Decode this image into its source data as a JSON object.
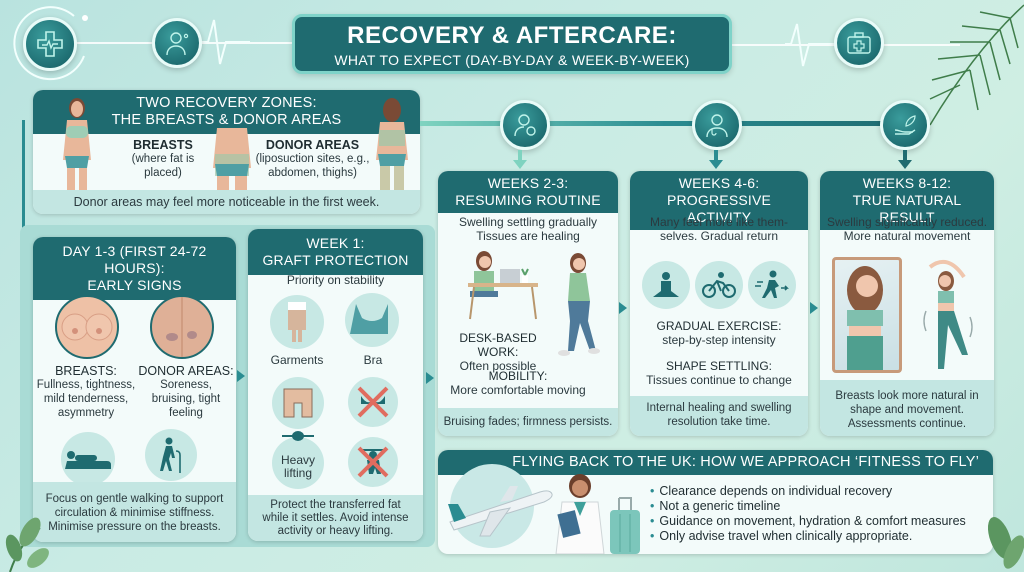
{
  "header": {
    "title": "RECOVERY & AFTERCARE:",
    "subtitle": "WHAT TO EXPECT (DAY-BY-DAY & WEEK-BY-WEEK)",
    "icons": [
      "medical-cross-icon",
      "doctor-icon",
      "first-aid-kit-icon"
    ]
  },
  "zones": {
    "title_line1": "TWO RECOVERY ZONES:",
    "title_line2": "THE BREASTS & DONOR AREAS",
    "breasts_label": "BREASTS",
    "breasts_desc": "(where fat is placed)",
    "donor_label": "DONOR AREAS",
    "donor_desc": "(liposuction sites, e.g., abdomen, thighs)",
    "footer": "Donor areas may feel more noticeable in the first week."
  },
  "day13": {
    "title_line1": "DAY 1-3 (FIRST 24-72 HOURS):",
    "title_line2": "EARLY SIGNS",
    "breasts_label": "BREASTS:",
    "breasts_desc": "Fullness, tightness, mild tenderness, asymmetry",
    "donor_label": "DONOR AREAS:",
    "donor_desc": "Soreness, bruising, tight feeling",
    "icons": [
      "resting-person-icon",
      "walking-cane-icon"
    ],
    "footer": "Focus on gentle walking to support circulation & minimise stiffness. Minimise pressure on the breasts."
  },
  "week1": {
    "title_line1": "WEEK 1:",
    "title_line2": "GRAFT PROTECTION",
    "intro": "Priority on stability",
    "items": [
      {
        "label": "Garments"
      },
      {
        "label": "Bra"
      },
      {
        "label": ""
      },
      {
        "label": ""
      },
      {
        "label": "Heavy lifting"
      },
      {
        "label": ""
      }
    ],
    "footer": "Protect the transferred fat while it settles. Avoid intense activity or heavy lifting."
  },
  "weeks23": {
    "title_line1": "WEEKS 2-3:",
    "title_line2": "RESUMING ROUTINE",
    "intro": "Swelling settling gradually Tissues are healing",
    "desk_label": "DESK-BASED WORK:",
    "desk_desc": "Often possible",
    "mobility_label": "MOBILITY:",
    "mobility_desc": "More comfortable moving",
    "footer": "Bruising fades; firmness persists."
  },
  "weeks46": {
    "title_line1": "WEEKS 4-6:",
    "title_line2": "PROGRESSIVE ACTIVITY",
    "intro": "Many feel more like them-selves. Gradual return",
    "icons": [
      "meditation-icon",
      "cycling-icon",
      "running-icon"
    ],
    "exercise_label": "GRADUAL EXERCISE:",
    "exercise_desc": "step-by-step intensity",
    "shape_label": "SHAPE SETTLING:",
    "shape_desc": "Tissues continue to change",
    "footer": "Internal healing and swelling resolution take time."
  },
  "weeks812": {
    "title_line1": "WEEKS 8-12:",
    "title_line2": "TRUE NATURAL RESULT",
    "intro": "Swelling significantly reduced. More natural movement",
    "footer": "Breasts look more natural in shape and movement. Assessments continue."
  },
  "flying": {
    "title": "FLYING BACK TO THE UK: HOW WE APPROACH ‘FITNESS TO FLY’",
    "bullets": [
      "Clearance depends on individual recovery",
      "Not a generic timeline",
      "Guidance on movement, hydration & comfort measures",
      "Only advise travel when clinically appropriate."
    ]
  },
  "colors": {
    "header_teal": "#1f6b70",
    "accent_teal": "#2a8c91",
    "footer_mint": "#c3e6e2",
    "card_bg": "#f3fbfa",
    "background": "#c9ebe4"
  }
}
